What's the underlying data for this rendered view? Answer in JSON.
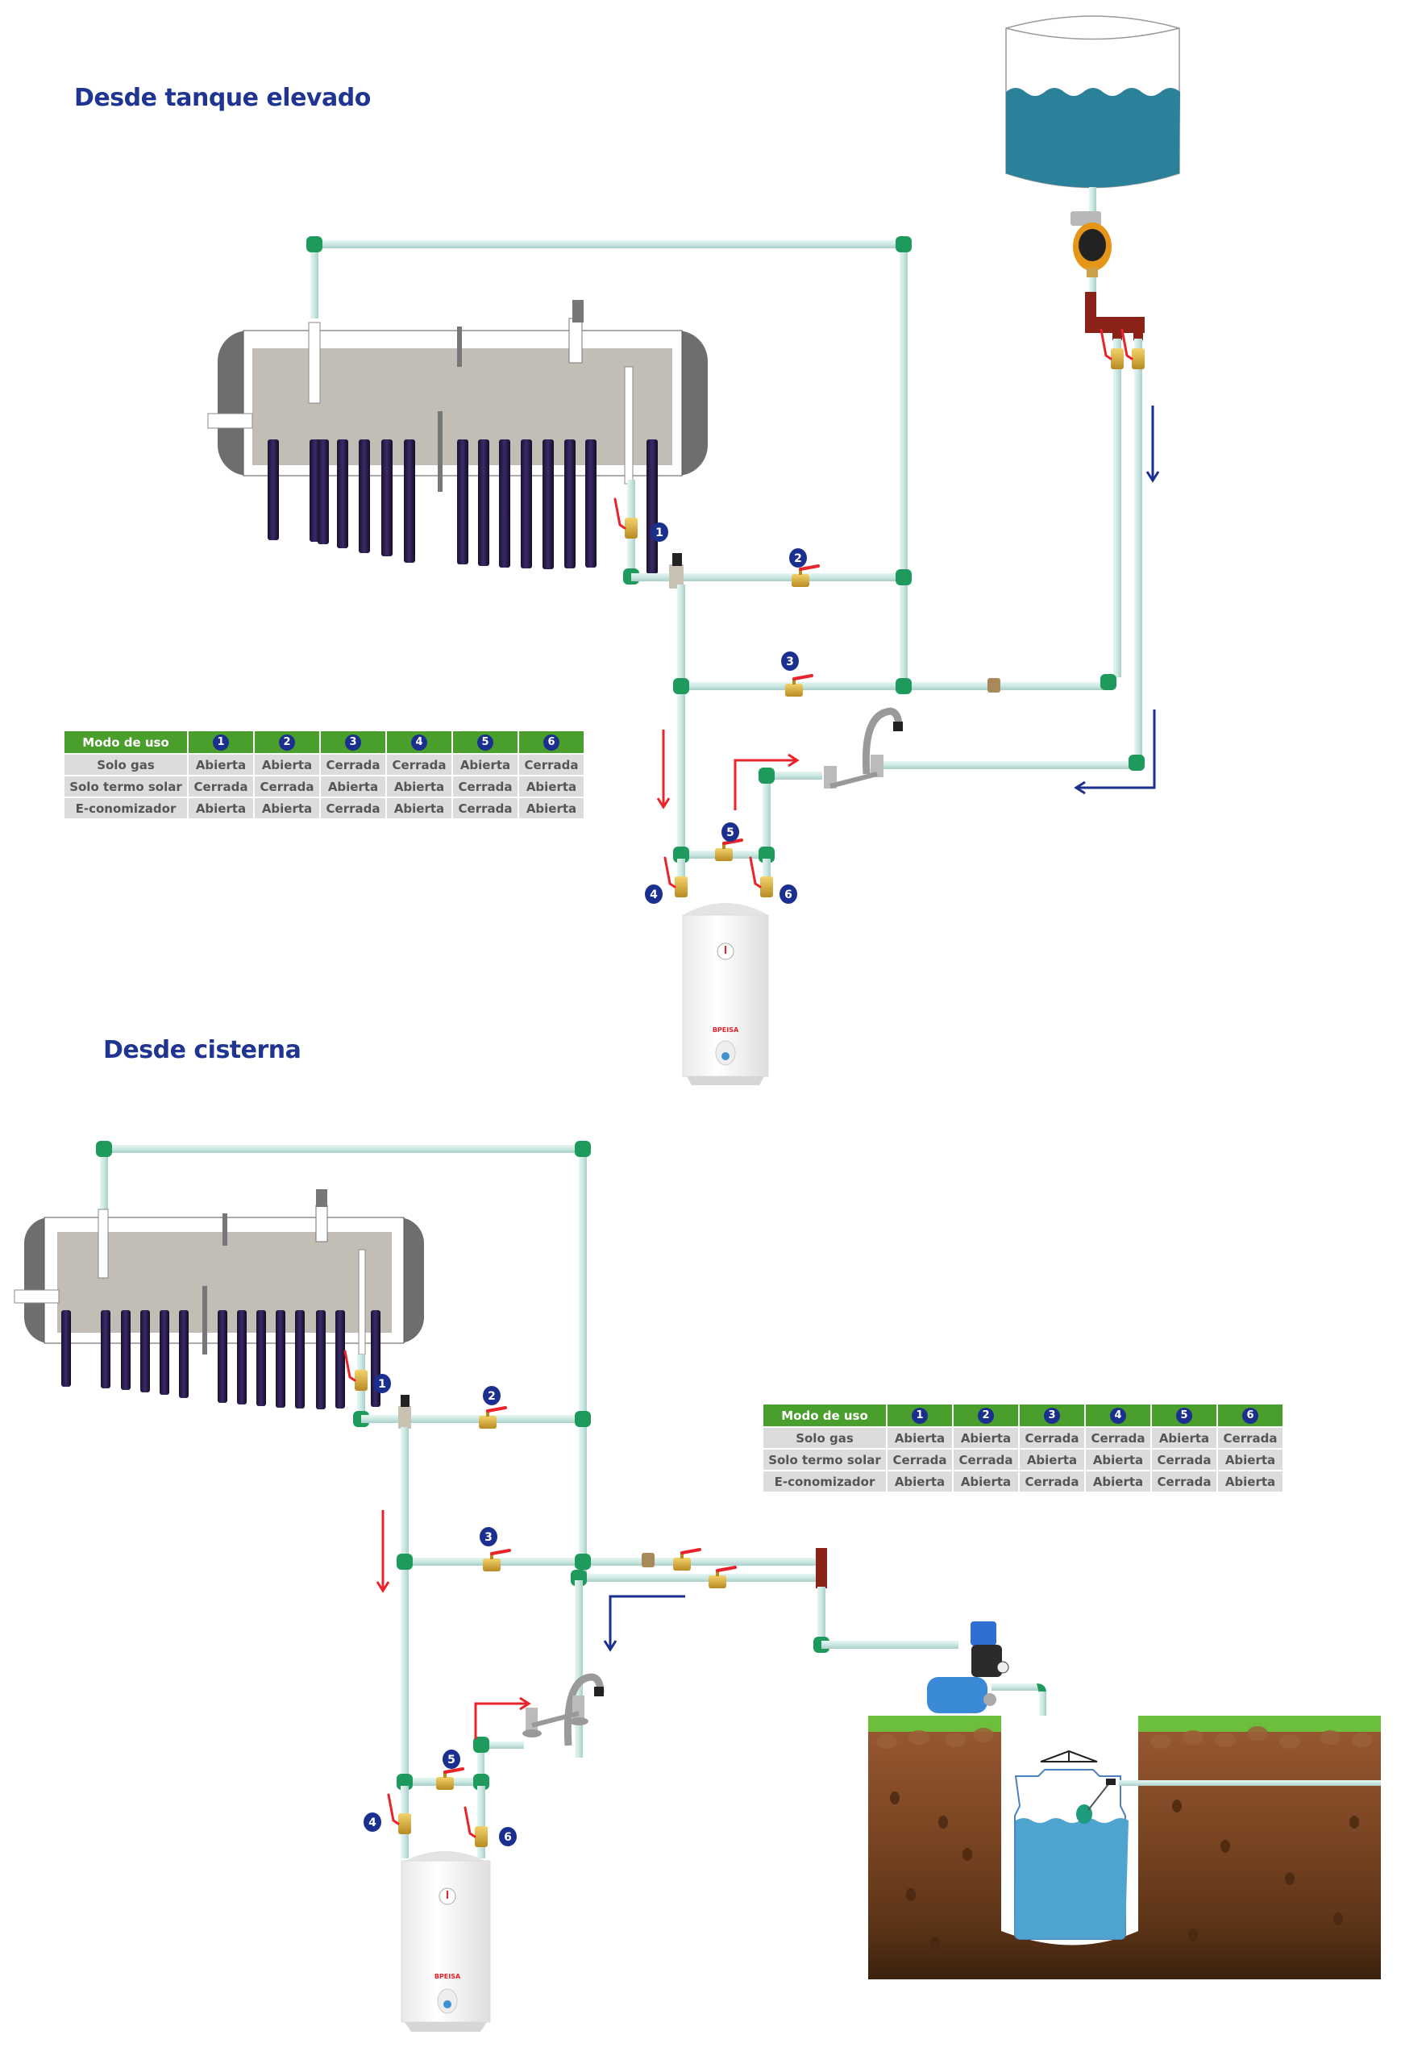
{
  "sections": [
    {
      "title": "Desde tanque elevado",
      "valve_labels": [
        "1",
        "2",
        "3",
        "4",
        "5",
        "6"
      ],
      "heater_brand": "BPEISA"
    },
    {
      "title": "Desde cisterna",
      "valve_labels": [
        "1",
        "2",
        "3",
        "4",
        "5",
        "6"
      ],
      "heater_brand": "BPEISA"
    }
  ],
  "mode_table": {
    "header": "Modo de uso",
    "valves": [
      "1",
      "2",
      "3",
      "4",
      "5",
      "6"
    ],
    "rows": [
      {
        "mode": "Solo gas",
        "states": [
          "Abierta",
          "Abierta",
          "Cerrada",
          "Cerrada",
          "Abierta",
          "Cerrada"
        ]
      },
      {
        "mode": "Solo termo solar",
        "states": [
          "Cerrada",
          "Cerrada",
          "Abierta",
          "Abierta",
          "Cerrada",
          "Abierta"
        ]
      },
      {
        "mode": "E-conomizador",
        "states": [
          "Abierta",
          "Abierta",
          "Cerrada",
          "Abierta",
          "Cerrada",
          "Abierta"
        ]
      }
    ]
  },
  "colors": {
    "title": "#1f3591",
    "table_header": "#4a9e2b",
    "table_cell": "#dcdcdc",
    "valve_badge": "#1b2f8f",
    "hot_arrow": "#e8242a",
    "cold_arrow": "#1b2f8f",
    "pipe": "#cfe9e4",
    "fitting": "#1e9a5c",
    "tank_water": "#2a8199",
    "cistern_water": "#4fa3cf"
  }
}
